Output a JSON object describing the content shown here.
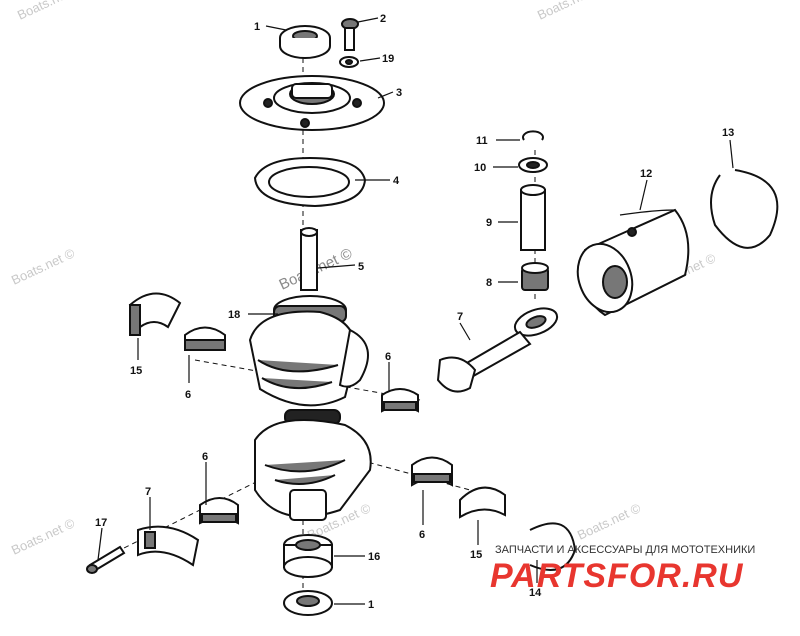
{
  "labels": {
    "l1_top": "1",
    "l2": "2",
    "l19": "19",
    "l3": "3",
    "l4": "4",
    "l11": "11",
    "l13": "13",
    "l10": "10",
    "l12": "12",
    "l9": "9",
    "l5": "5",
    "l8": "8",
    "l18": "18",
    "l7_rod": "7",
    "l15_left": "15",
    "l6_a": "6",
    "l6_b": "6",
    "l6_c": "6",
    "l7_cap": "7",
    "l17": "17",
    "l6_d": "6",
    "l16": "16",
    "l15_right": "15",
    "l14": "14",
    "l1_bottom": "1"
  },
  "watermarks": {
    "boats": "Boats.net ©",
    "boats_center": "Boats.net ©"
  },
  "branding": {
    "tagline": "ЗАПЧАСТИ И АКСЕССУАРЫ ДЛЯ МОТОТЕХНИКИ",
    "logo_text": "PARTSFOR.RU",
    "logo_color": "#e8362f"
  }
}
